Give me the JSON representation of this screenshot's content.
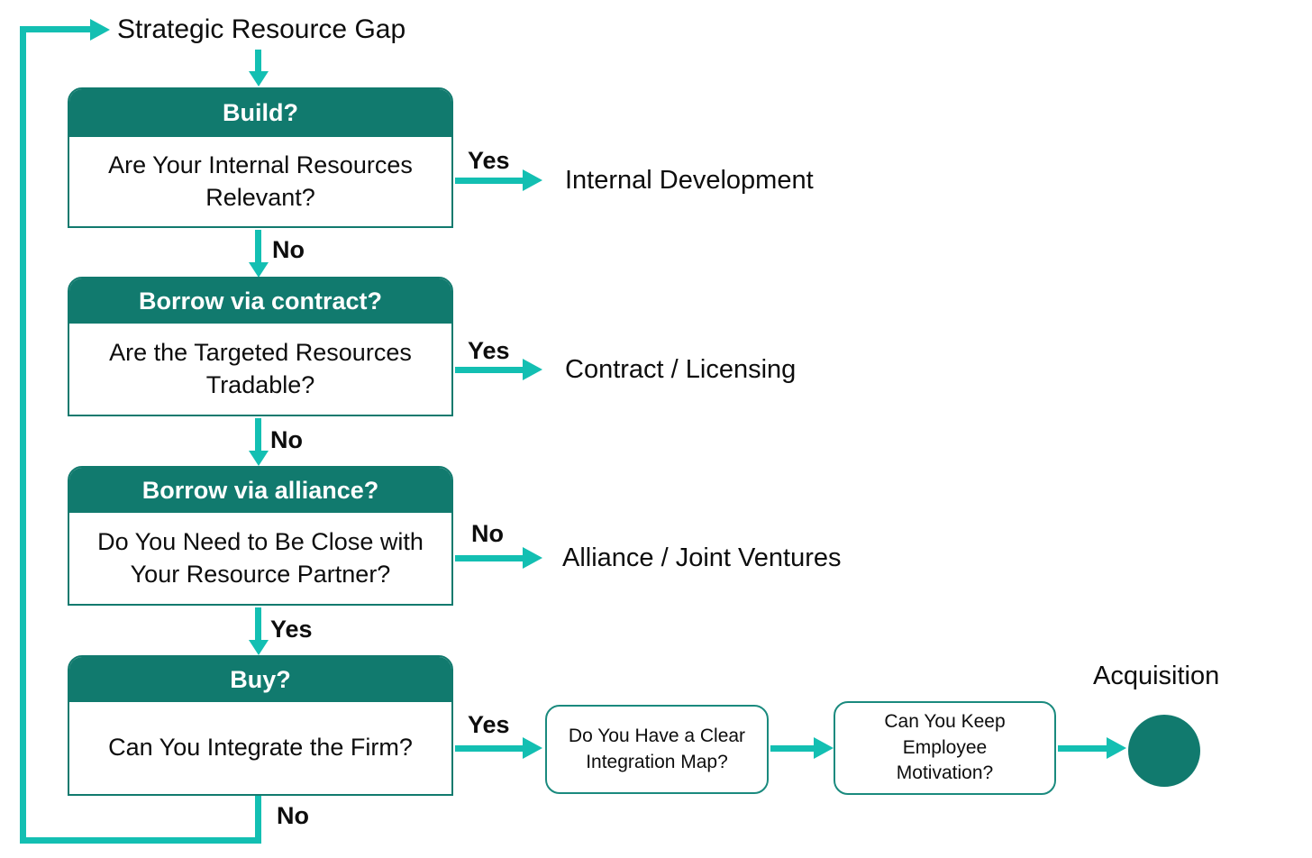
{
  "colors": {
    "arrow_teal": "#13BFB2",
    "header_teal": "#117A6E",
    "small_box_border": "#1A8A7E",
    "text": "#0D0D0D",
    "background": "#FFFFFF"
  },
  "start": {
    "label": "Strategic Resource Gap"
  },
  "decisions": [
    {
      "title": "Build?",
      "question": "Are Your Internal Resources Relevant?",
      "branch_label": "Yes",
      "branch_result": "Internal Development",
      "down_label": "No"
    },
    {
      "title": "Borrow via contract?",
      "question": "Are the Targeted Resources Tradable?",
      "branch_label": "Yes",
      "branch_result": "Contract / Licensing",
      "down_label": "No"
    },
    {
      "title": "Borrow via alliance?",
      "question": "Do You Need to Be Close with Your Resource Partner?",
      "branch_label": "No",
      "branch_result": "Alliance / Joint Ventures",
      "down_label": "Yes"
    },
    {
      "title": "Buy?",
      "question": "Can You Integrate the Firm?",
      "branch_label": "Yes",
      "loop_label": "No"
    }
  ],
  "buy_path": {
    "step1": "Do You Have a Clear Integration Map?",
    "step2": "Can You Keep Employee Motivation?",
    "result": "Acquisition"
  }
}
